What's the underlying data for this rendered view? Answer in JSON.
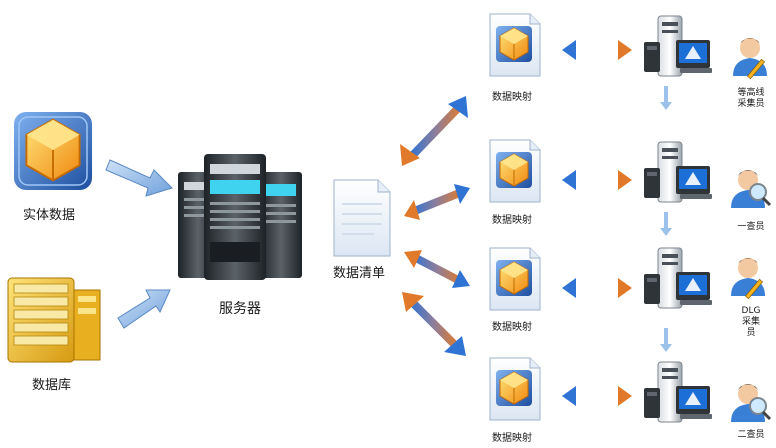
{
  "left": {
    "entity_label": "实体数据",
    "database_label": "数据库"
  },
  "center": {
    "server_label": "服务器",
    "list_label": "数据清单"
  },
  "rows": [
    {
      "mapping_label": "数据映射",
      "role_lines": [
        "等高线",
        "采集员"
      ],
      "role_icon": "user-pencil-icon"
    },
    {
      "mapping_label": "数据映射",
      "role_lines": [
        "一查员"
      ],
      "role_icon": "user-magnifier-icon"
    },
    {
      "mapping_label": "数据映射",
      "role_lines": [
        "DLG",
        "采集",
        "员"
      ],
      "role_icon": "user-pencil-icon"
    },
    {
      "mapping_label": "数据映射",
      "role_lines": [
        "二查员"
      ],
      "role_icon": "user-magnifier-icon"
    }
  ],
  "colors": {
    "arrow_blue": "#2f73d4",
    "arrow_orange": "#e07a2a",
    "cube_orange": "#f6a623",
    "frame_blue": "#2b62b5",
    "server_dark": "#2e3338",
    "screen_cyan": "#3fd3f0"
  }
}
